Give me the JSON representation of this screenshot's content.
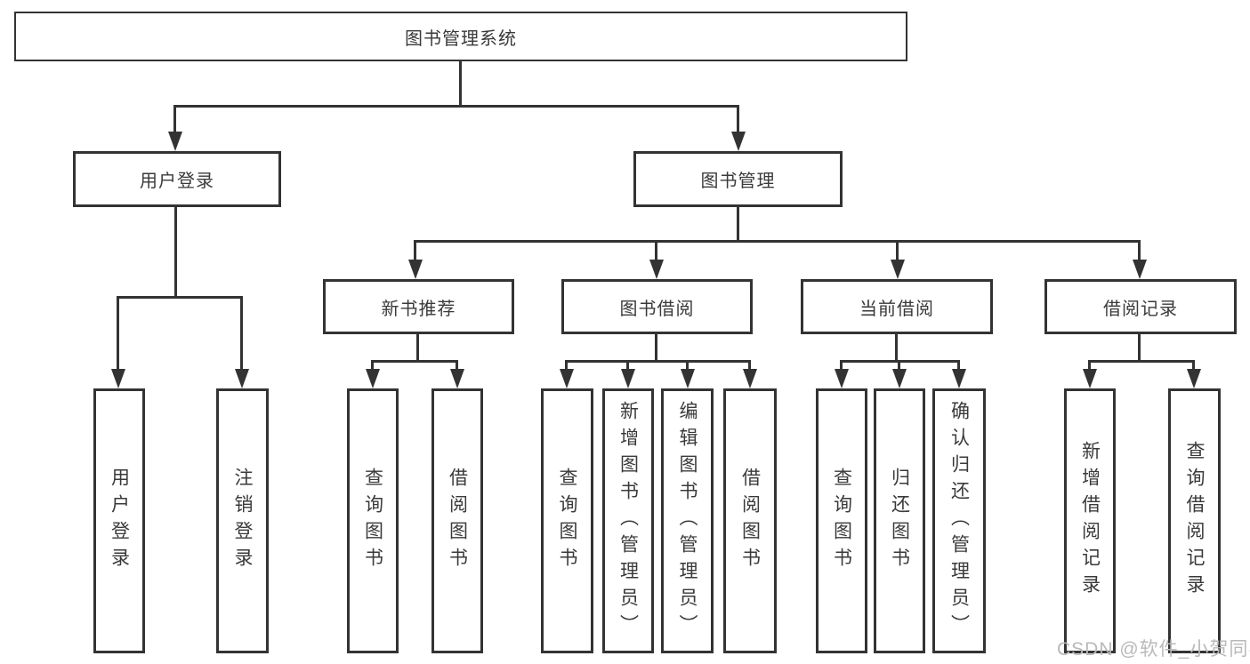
{
  "colors": {
    "line": "#333333",
    "text": "#3a3a3a",
    "watermark": "#b9b9b9",
    "background": "#ffffff"
  },
  "watermark": {
    "text": "CSDN @软件_小贺同学"
  },
  "tree": {
    "label": "图书管理系统",
    "children": [
      {
        "label": "用户登录",
        "children": [
          {
            "label": "用户登录"
          },
          {
            "label": "注销登录"
          }
        ]
      },
      {
        "label": "图书管理",
        "children": [
          {
            "label": "新书推荐",
            "children": [
              {
                "label": "查询图书"
              },
              {
                "label": "借阅图书"
              }
            ]
          },
          {
            "label": "图书借阅",
            "children": [
              {
                "label": "查询图书"
              },
              {
                "label": "新增图书（管理员）"
              },
              {
                "label": "编辑图书（管理员）"
              },
              {
                "label": "借阅图书"
              }
            ]
          },
          {
            "label": "当前借阅",
            "children": [
              {
                "label": "查询图书"
              },
              {
                "label": "归还图书"
              },
              {
                "label": "确认归还（管理员）"
              }
            ]
          },
          {
            "label": "借阅记录",
            "children": [
              {
                "label": "新增借阅记录"
              },
              {
                "label": "查询借阅记录"
              }
            ]
          }
        ]
      }
    ]
  }
}
